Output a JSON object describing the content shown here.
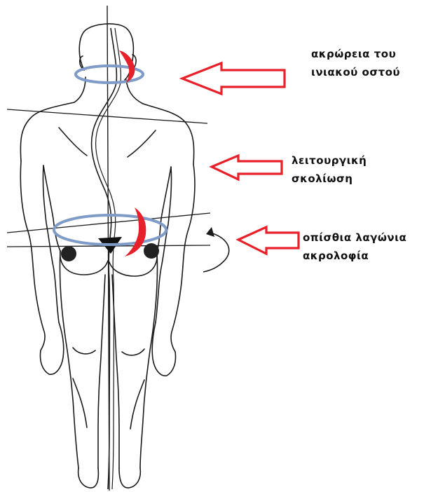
{
  "labels": {
    "occiput": {
      "line1": "ακρώρεια του",
      "line2": "ινιακού οστού"
    },
    "scoliosis": {
      "line1": "λειτουργική",
      "line2": "σκολίωση"
    },
    "iliac": {
      "line1": "οπίσθια λαγώνια",
      "line2": "ακρολοφία"
    }
  },
  "colors": {
    "arrow": "#e8202a",
    "ring": "#7f9bc8",
    "outline": "#1a1a1a",
    "background": "#ffffff"
  },
  "icons": {
    "arrow": "left-pointing-hollow-arrow",
    "rotation": "curved-arrow-icon"
  }
}
